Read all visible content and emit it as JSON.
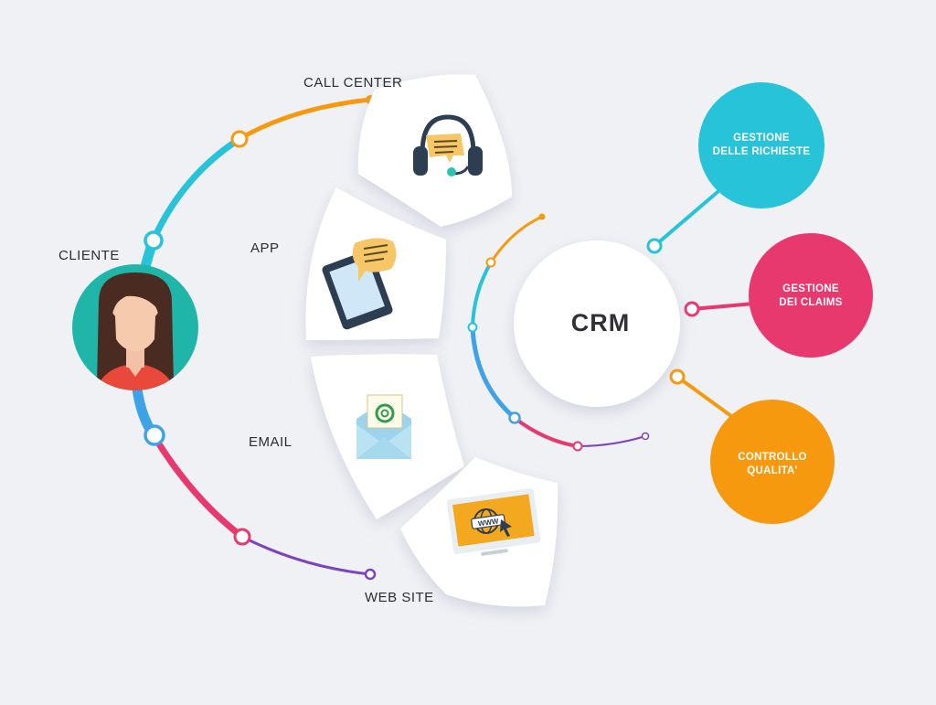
{
  "customer": {
    "label": "CLIENTE"
  },
  "channels": [
    {
      "label": "CALL CENTER",
      "icon": "headset-icon"
    },
    {
      "label": "APP",
      "icon": "tablet-chat-icon"
    },
    {
      "label": "EMAIL",
      "icon": "email-envelope-icon"
    },
    {
      "label": "WEB SITE",
      "icon": "laptop-www-icon"
    }
  ],
  "crm": {
    "label": "CRM"
  },
  "modules": [
    {
      "line1": "GESTIONE",
      "line2": "DELLE RICHIESTE",
      "color": "#27c3d9"
    },
    {
      "line1": "GESTIONE",
      "line2": "DEI CLAIMS",
      "color": "#e8396f"
    },
    {
      "line1": "CONTROLLO",
      "line2": "QUALITA'",
      "color": "#f7990f"
    }
  ],
  "colors": {
    "orange": "#f7990f",
    "cyan": "#27c3d9",
    "blue": "#3ea2e8",
    "pink": "#e8396f",
    "purple": "#7b44bf",
    "avatar_bg": "#1fb5a8"
  }
}
